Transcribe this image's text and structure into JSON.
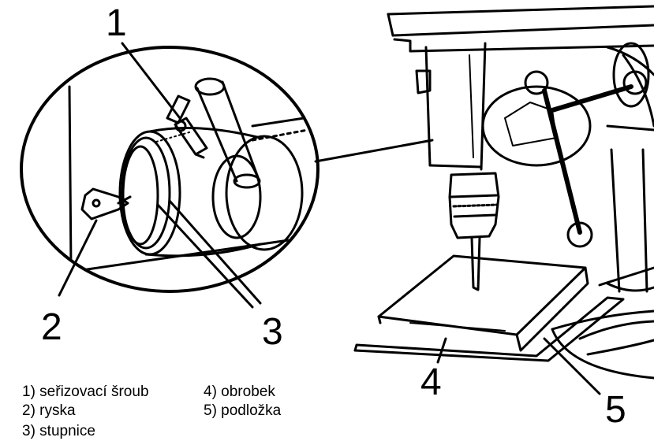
{
  "callouts": {
    "c1": "1",
    "c2": "2",
    "c3": "3",
    "c4": "4",
    "c5": "5"
  },
  "legend": {
    "left": [
      "1) seřizovací šroub",
      "2) ryska"
    ],
    "right": [
      "4) obrobek",
      "5) podložka"
    ],
    "partial_third": "3) stupnice"
  },
  "colors": {
    "ink": "#000000",
    "paper": "#ffffff"
  }
}
